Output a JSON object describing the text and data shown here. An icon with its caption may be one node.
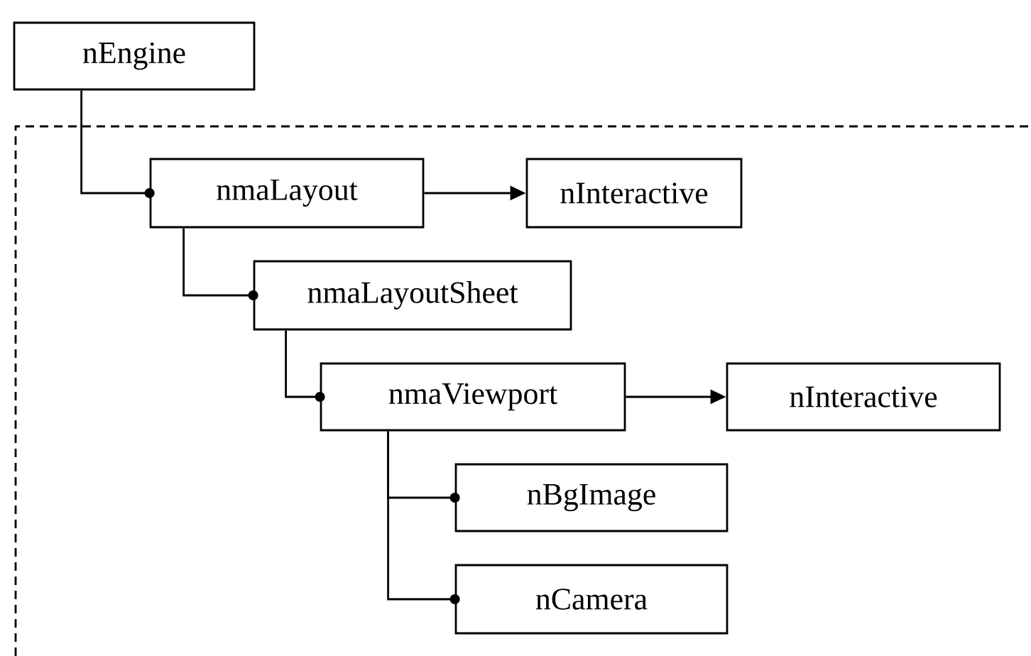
{
  "diagram": {
    "nodes": [
      {
        "text": [
          "nEngine"
        ]
      },
      {
        "text": [
          "nmaLayout"
        ]
      },
      {
        "text": [
          "nInteractive"
        ]
      },
      {
        "text": [
          "nmaLayoutSheet"
        ]
      },
      {
        "text": [
          "nmaViewport"
        ]
      },
      {
        "text": [
          "nInteractive"
        ]
      },
      {
        "text": [
          "nBgImage"
        ]
      },
      {
        "text": [
          "nCamera"
        ]
      }
    ],
    "edges": [
      {
        "from": 0,
        "to": 1,
        "arrow": "other"
      },
      {
        "from": 1,
        "to": 2,
        "arrow": "to"
      },
      {
        "from": 1,
        "to": 3,
        "arrow": "other"
      },
      {
        "from": 3,
        "to": 4,
        "arrow": "other"
      },
      {
        "from": 4,
        "to": 5,
        "arrow": "to"
      },
      {
        "from": 4,
        "to": 6,
        "arrow": "other"
      },
      {
        "from": 4,
        "to": 7,
        "arrow": "other"
      }
    ]
  }
}
